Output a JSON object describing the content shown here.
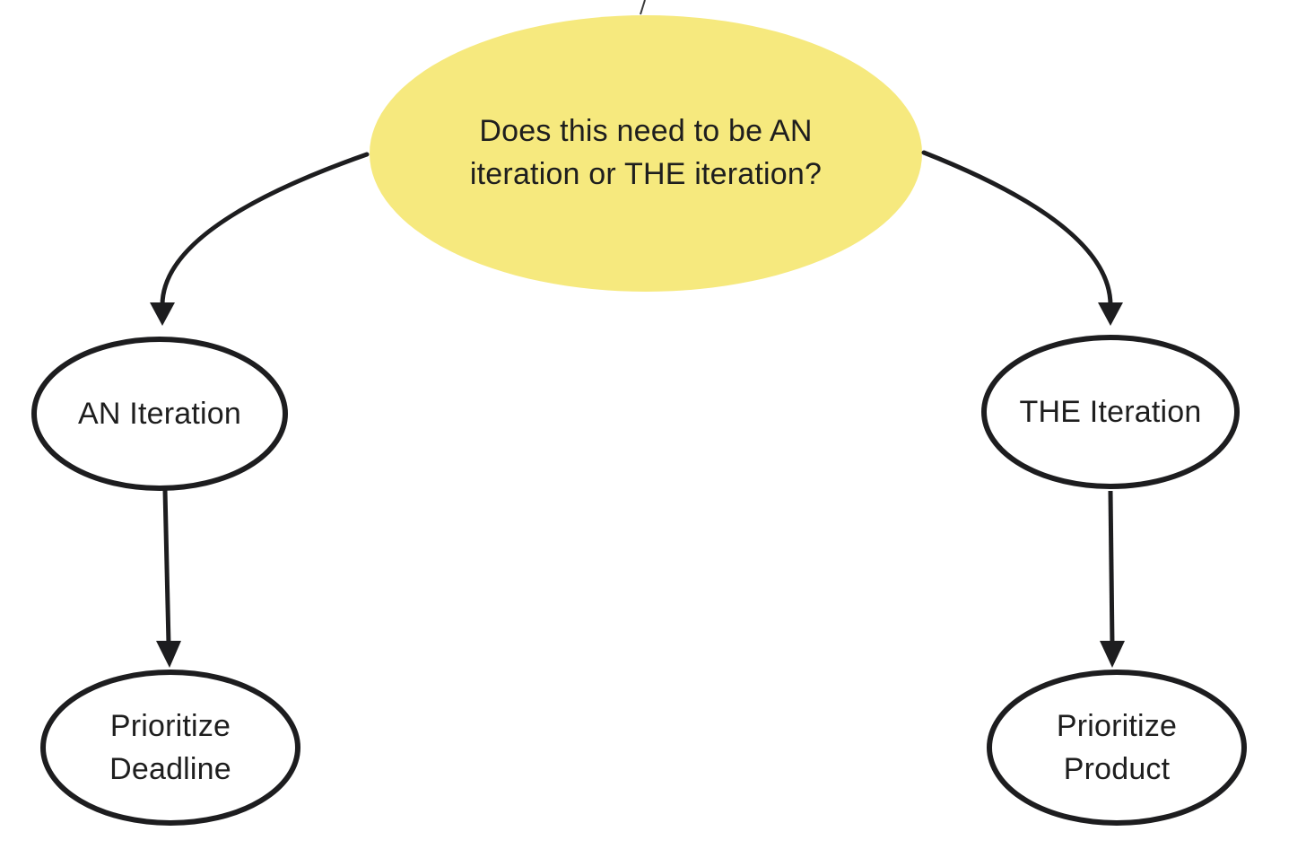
{
  "colors": {
    "background": "#ffffff",
    "root_fill": "#f6e97e",
    "node_fill": "#ffffff",
    "stroke": "#1d1d1f",
    "text": "#1e1e1e"
  },
  "root": {
    "id": "root",
    "label": "Does this need to be AN iteration or THE iteration?"
  },
  "nodes": [
    {
      "id": "an-iteration",
      "label": "AN Iteration"
    },
    {
      "id": "the-iteration",
      "label": "THE Iteration"
    },
    {
      "id": "prioritize-deadline",
      "label": "Prioritize Deadline"
    },
    {
      "id": "prioritize-product",
      "label": "Prioritize Product"
    }
  ],
  "edges": [
    {
      "from": "root",
      "to": "an-iteration"
    },
    {
      "from": "root",
      "to": "the-iteration"
    },
    {
      "from": "an-iteration",
      "to": "prioritize-deadline"
    },
    {
      "from": "the-iteration",
      "to": "prioritize-product"
    }
  ]
}
